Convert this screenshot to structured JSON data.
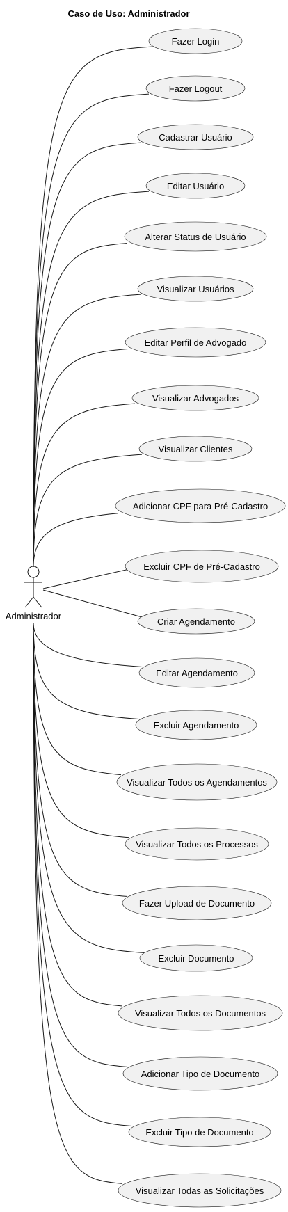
{
  "diagram": {
    "title": "Caso de Uso: Administrador",
    "actor": {
      "name": "Administrador"
    },
    "use_cases": [
      "Fazer Login",
      "Fazer Logout",
      "Cadastrar Usuário",
      "Editar Usuário",
      "Alterar Status de Usuário",
      "Visualizar Usuários",
      "Editar Perfil de Advogado",
      "Visualizar Advogados",
      "Visualizar Clientes",
      "Adicionar CPF para Pré-Cadastro",
      "Excluir CPF de Pré-Cadastro",
      "Criar Agendamento",
      "Editar Agendamento",
      "Excluir Agendamento",
      "Visualizar Todos os Agendamentos",
      "Visualizar Todos os Processos",
      "Fazer Upload de Documento",
      "Excluir Documento",
      "Visualizar Todos os Documentos",
      "Adicionar Tipo de Documento",
      "Excluir Tipo de Documento",
      "Visualizar Todas as Solicitações"
    ],
    "colors": {
      "ellipse_fill": "#f1f1f1",
      "stroke": "#181818",
      "text": "#000000",
      "background": "#ffffff"
    }
  }
}
